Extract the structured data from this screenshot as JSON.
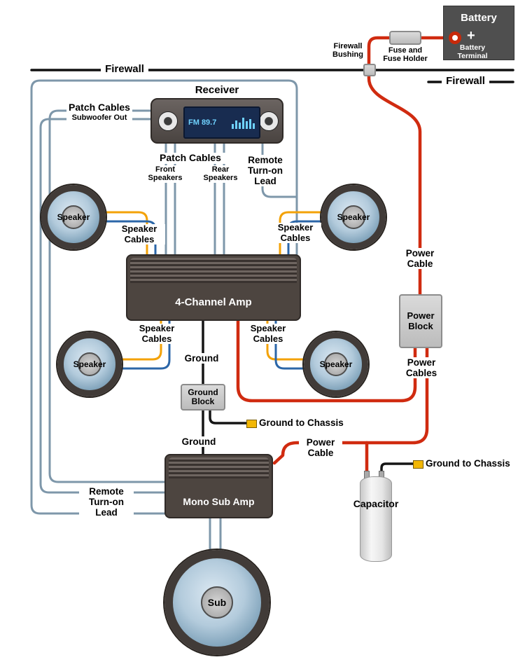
{
  "colors": {
    "power_cable_red": "#d02b10",
    "ground_black": "#151515",
    "patch_cable_blue_gray": "#7e97aa",
    "speaker_cable_yellow": "#f3a207",
    "speaker_cable_blue": "#2b66a8",
    "component_dark_gray": "#4d4540",
    "block_gray": "#c9c9c9",
    "display_navy": "#182c50",
    "display_cyan": "#6fd2ff",
    "chassis_connector_yellow": "#f2b705"
  },
  "battery": {
    "title": "Battery",
    "plus": "+",
    "terminal_label": "Battery Terminal"
  },
  "fuse": {
    "label": "Fuse and Fuse Holder"
  },
  "firewall": {
    "label_left": "Firewall",
    "label_right": "Firewall",
    "bushing_label": "Firewall Bushing"
  },
  "receiver": {
    "title": "Receiver",
    "display_text": "FM 89.7"
  },
  "patch_left": {
    "title": "Patch Cables",
    "subtitle": "Subwoofer Out"
  },
  "patch_bottom": {
    "title": "Patch Cables",
    "front_label": "Front Speakers",
    "rear_label": "Rear Speakers"
  },
  "remote_lead": {
    "top_label": "Remote Turn-on Lead",
    "bottom_label": "Remote Turn-on Lead"
  },
  "speakers": {
    "label": "Speaker",
    "cables_label": "Speaker Cables"
  },
  "amp_4channel": {
    "label": "4-Channel Amp"
  },
  "mono_sub_amp": {
    "label": "Mono Sub Amp"
  },
  "power": {
    "cable_top_label": "Power Cable",
    "block_label": "Power Block",
    "cables_label": "Power Cables",
    "cable_bottom_label": "Power Cable"
  },
  "ground": {
    "top_label": "Ground",
    "block_label": "Ground Block",
    "bottom_label": "Ground",
    "chassis_left_label": "Ground to Chassis",
    "chassis_right_label": "Ground to Chassis"
  },
  "capacitor": {
    "label": "Capacitor"
  },
  "sub": {
    "label": "Sub"
  }
}
